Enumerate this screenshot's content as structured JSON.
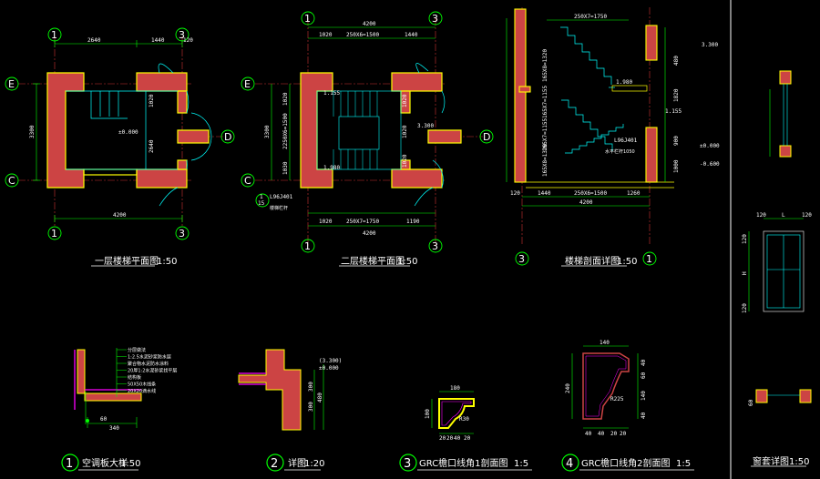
{
  "axes": {
    "one": "1",
    "three": "3",
    "E": "E",
    "C": "C",
    "D": "D"
  },
  "plan1": {
    "title": "一层楼梯平面图",
    "scale": "1:50",
    "dim_top": [
      "2640",
      "1440"
    ],
    "dim_top_r": "120",
    "dim_left": "3300",
    "dim_bottom": "4200",
    "v1": "1020",
    "v2": "2640",
    "level": "±0.000"
  },
  "plan2": {
    "title": "二层楼梯平面图",
    "scale": "1:50",
    "dim_total": "4200",
    "dim_top": [
      "1020",
      "250X6=1500",
      "1440"
    ],
    "dim_bottom": [
      "1020",
      "250X7=1750",
      "1190"
    ],
    "dim_left": "3300",
    "side": [
      "1020",
      "2250X6=1500",
      "1030"
    ],
    "right": [
      "1020",
      "1020",
      "1020"
    ],
    "lv1": "1.155",
    "lv2": "1.980",
    "lv3": "3.300",
    "ref": "L96J401",
    "ref_sub": "楼梯栏杆",
    "ref_num": "1",
    "ref_idx": "15"
  },
  "section": {
    "title": "楼梯剖面详图",
    "scale": "1:50",
    "top": "250X7=1750",
    "bottom": [
      "1440",
      "250X6=1500",
      "1260"
    ],
    "total": "4200",
    "left_dims": [
      "165X8=1320",
      "165X7=1155",
      "165X7=1155",
      "165X8=1320"
    ],
    "right_dims": [
      "480",
      "1820",
      "900",
      "1000"
    ],
    "levels": [
      "3.300",
      "1.980",
      "1.155",
      "±0.000",
      "-0.600"
    ],
    "note": "L96J401",
    "note_sub": "水平栏杆1050",
    "r120": "120"
  },
  "window": {
    "title": "窗套详图",
    "scale": "1:50",
    "dims": [
      "120",
      "L",
      "120",
      "120",
      "H",
      "120",
      "60"
    ]
  },
  "det1": {
    "num": "1",
    "title": "空调板大样",
    "scale": "1:50",
    "notes": [
      "分层做法",
      "1:2.5水泥砂浆防水层",
      "聚合物水泥防水涂料",
      "20厚1:2水泥砂浆找平层",
      "结构板",
      "50X50木线条",
      "20X20滴水线"
    ],
    "dims": [
      "60",
      "340"
    ]
  },
  "det2": {
    "num": "2",
    "title": "详图",
    "scale": "1:20",
    "levels": [
      "(3.300)",
      "±0.000"
    ],
    "dims": [
      "300",
      "300",
      "480"
    ]
  },
  "det3": {
    "num": "3",
    "title": "GRC檐口线角1剖面图",
    "scale": "1:5",
    "dims": [
      "180",
      "100",
      "R30",
      "20",
      "20",
      "40",
      "20"
    ]
  },
  "det4": {
    "num": "4",
    "title": "GRC檐口线角2剖面图",
    "scale": "1:5",
    "dims": [
      "140",
      "240",
      "40",
      "R225",
      "60",
      "140",
      "40",
      "40",
      "40",
      "20",
      "20"
    ]
  }
}
